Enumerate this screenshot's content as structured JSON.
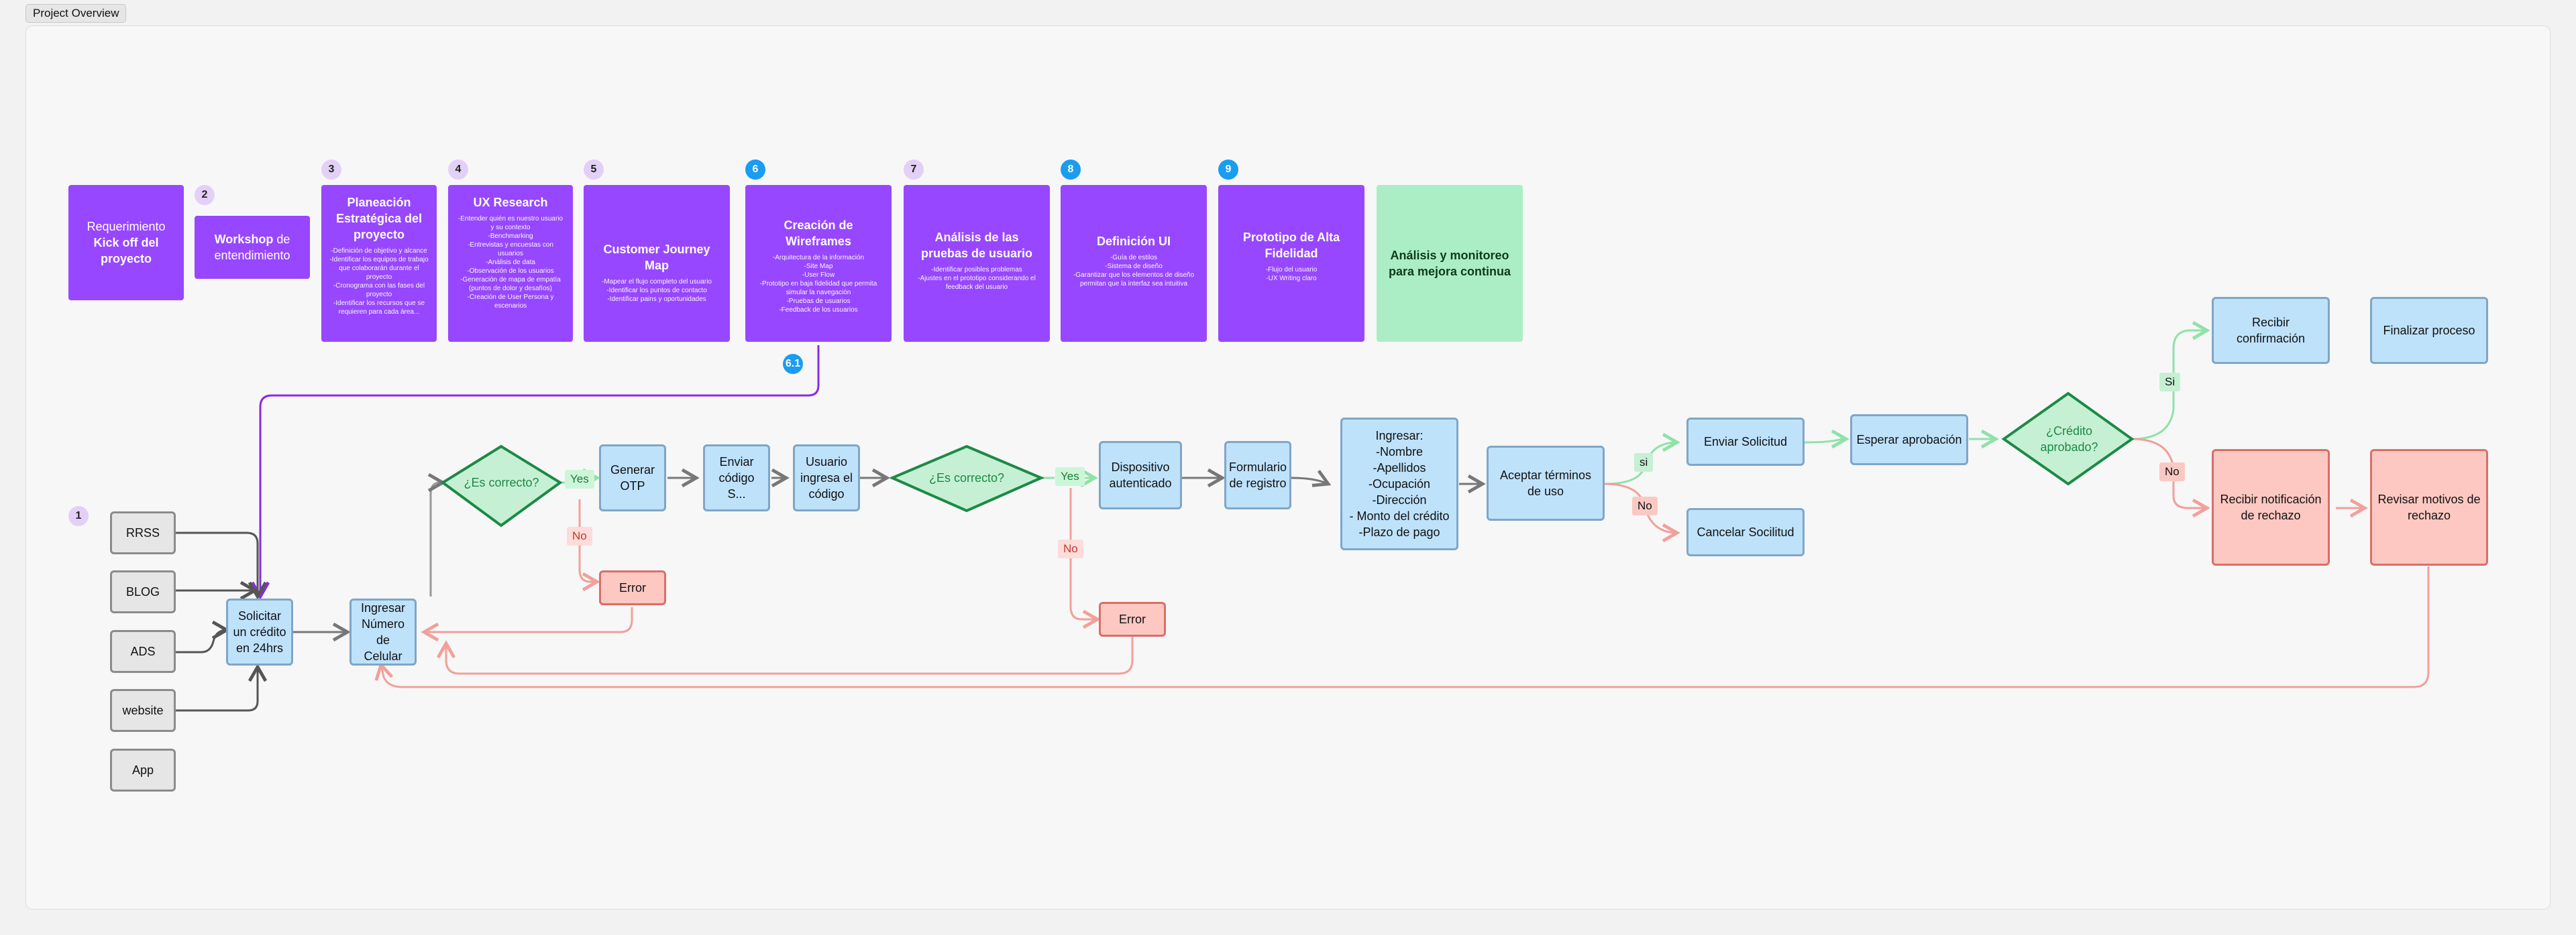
{
  "frame_title": "Project Overview",
  "phases": {
    "n2": "2",
    "n3": "3",
    "n4": "4",
    "n5": "5",
    "n6": "6",
    "n7": "7",
    "n8": "8",
    "n9": "9",
    "n61": "6.1",
    "n1": "1",
    "c1": {
      "title_light": "Requerimiento",
      "title_bold": "Kick off del proyecto"
    },
    "c2": {
      "title_bold": "Workshop",
      "title_light": "de entendimiento"
    },
    "c3": {
      "title": "Planeación Estratégica del proyecto",
      "body": "-Definición de objetivo y alcance\n-Identificar los equipos de trabajo que colaborarán durante el proyecto\n-Cronograma con las fases del proyecto\n-Identificar los recursos que se requieren para cada área..."
    },
    "c4": {
      "title": "UX Research",
      "body": "-Entender quién es nuestro usuario y su contexto\n-Benchmarking\n-Entrevistas y encuestas con usuarios\n-Análisis de data\n-Observación de los usuarios\n-Generación de mapa de empatía (puntos de dolor y desafíos)\n-Creación de User Persona y escenarios"
    },
    "c5": {
      "title": "Customer Journey Map",
      "body": "-Mapear el flujo completo del usuario\n-Identificar los puntos de contacto\n-Identificar pains y oportunidades"
    },
    "c6": {
      "title": "Creación de Wireframes",
      "body": "-Arquitectura de la información\n-Site Map\n-User Flow\n-Prototipo en baja fidelidad que permita simular la navegación\n-Pruebas de usuarios\n-Feedback de los usuarios"
    },
    "c7": {
      "title": "Análisis de las pruebas de usuario",
      "body": "-Identificar posibles problemas\n-Ajustes en el prototipo considerando el feedback del usuario"
    },
    "c8": {
      "title": "Definición UI",
      "body": "-Guía de estilos\n-Sistema de diseño\n-Garantizar que los elementos de diseño permitan que la interfaz sea intuitiva"
    },
    "c9": {
      "title": "Prototipo de Alta Fidelidad",
      "body": "-Flujo del usuario\n-UX Writing claro"
    },
    "c10": {
      "title": "Análisis y monitoreo para mejora continua"
    }
  },
  "flow": {
    "rrss": "RRSS",
    "blog": "BLOG",
    "ads": "ADS",
    "website": "website",
    "app": "App",
    "solicitar": "Solicitar un crédito en 24hrs",
    "ingresar_num": "Ingresar Número de Celular",
    "es_correcto_1": "¿Es correcto?",
    "yes1": "Yes",
    "no1": "No",
    "error1": "Error",
    "generar_otp": "Generar OTP",
    "enviar_codigo": "Enviar código S...",
    "usuario_ingresa": "Usuario ingresa el código",
    "es_correcto_2": "¿Es correcto?",
    "yes2": "Yes",
    "no2": "No",
    "error2": "Error",
    "dispositivo": "Dispositivo autenticado",
    "formulario": "Formulario de registro",
    "ingresar_datos": [
      "Ingresar:",
      "-Nombre",
      "-Apellidos",
      "-Ocupación",
      "-Dirección",
      "- Monto del crédito",
      "-Plazo de pago"
    ],
    "aceptar": "Aceptar términos de uso",
    "si_tag": "si",
    "no_tag": "No",
    "enviar_sol": "Enviar Solicitud",
    "cancelar_sol": "Cancelar Socilitud",
    "esperar": "Esperar aprobación",
    "credito_aprobado": "¿Crédito aprobado?",
    "si2": "Si",
    "no3": "No",
    "recibir_conf": "Recibir confirmación",
    "finalizar": "Finalizar proceso",
    "recibir_rechazo": "Recibir notificación de rechazo",
    "revisar": "Revisar motivos de rechazo"
  },
  "colors": {
    "purple": "#9747ff",
    "green_card": "#abeec5",
    "node_blue": "#bfe2fb",
    "node_red": "#fdc8c2",
    "decision_green": "#c6f0d4"
  }
}
